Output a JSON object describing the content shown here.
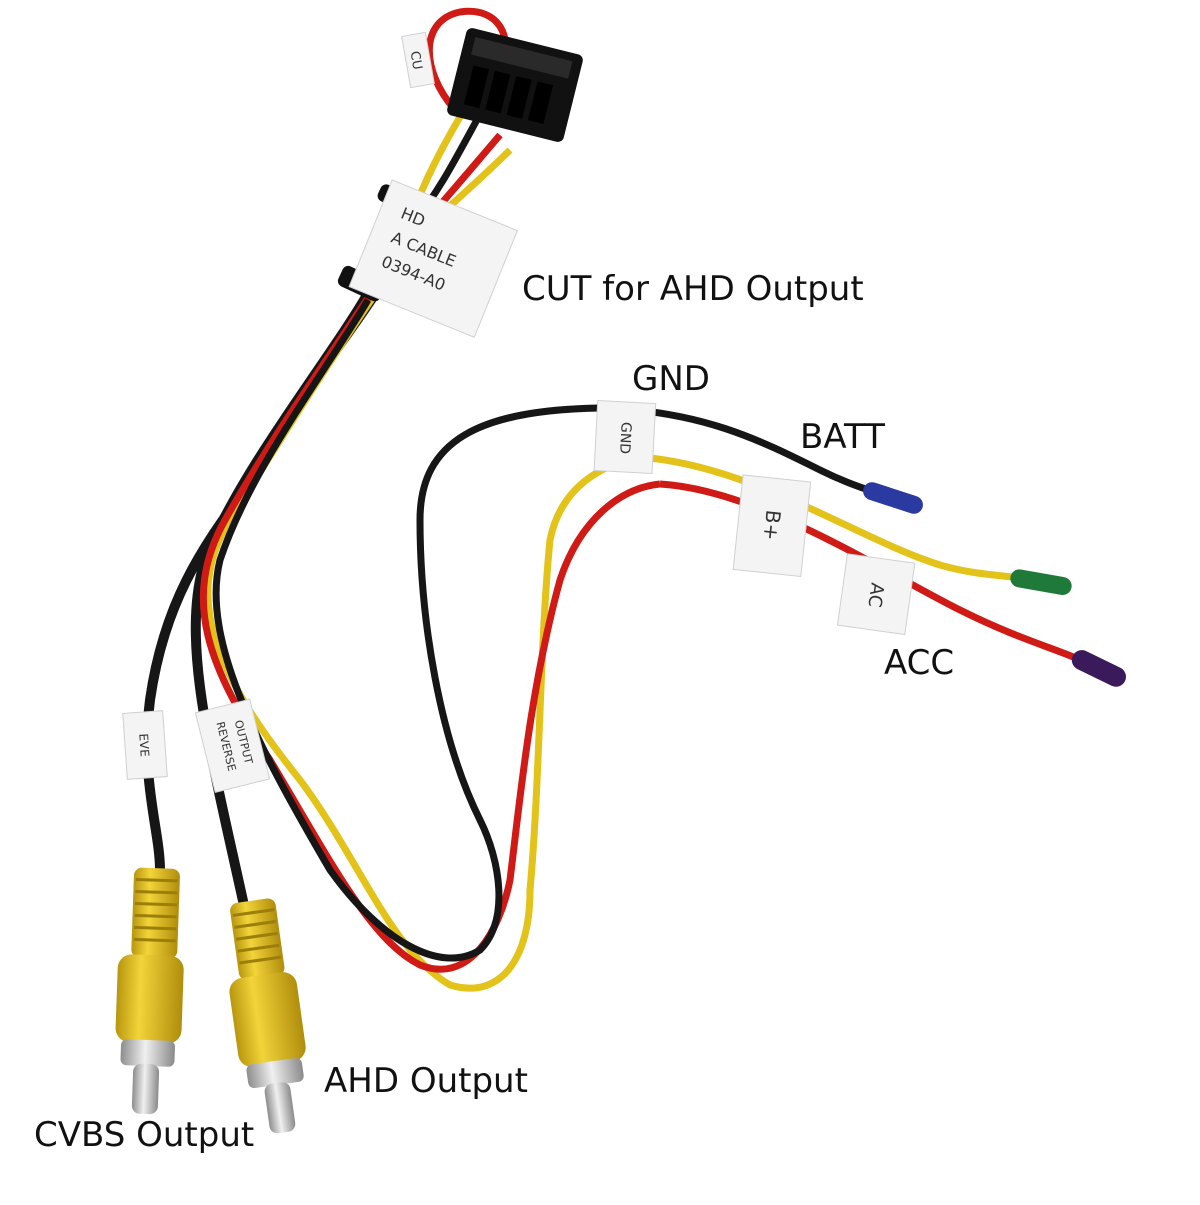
{
  "callouts": {
    "cut_for_ahd": "CUT for AHD Output",
    "gnd": "GND",
    "batt": "BATT",
    "acc": "ACC",
    "ahd_output": "AHD Output",
    "cvbs_output": "CVBS Output"
  },
  "tags": {
    "main_line1": "HD",
    "main_line2": "A CABLE",
    "main_line3": "0394-A0",
    "top_fragment": "CU",
    "gnd": "GND",
    "batt": "B+",
    "acc": "AC",
    "cvbs_lead": "EVE",
    "ahd_lead_line1": "REVERSE",
    "ahd_lead_line2": "OUTPUT"
  },
  "colors": {
    "background": "#ffffff",
    "wire_black": "#161616",
    "wire_yellow": "#e3c21a",
    "wire_red": "#cf1a16",
    "rca_yellow": "#e8c21a",
    "rca_pin": "#c9c9c9",
    "connector_black": "#111111",
    "tag_white": "#f4f4f4",
    "cap_blue": "#2a3aa0",
    "cap_green": "#1f7a3a",
    "cap_purple": "#3a1a5a"
  }
}
